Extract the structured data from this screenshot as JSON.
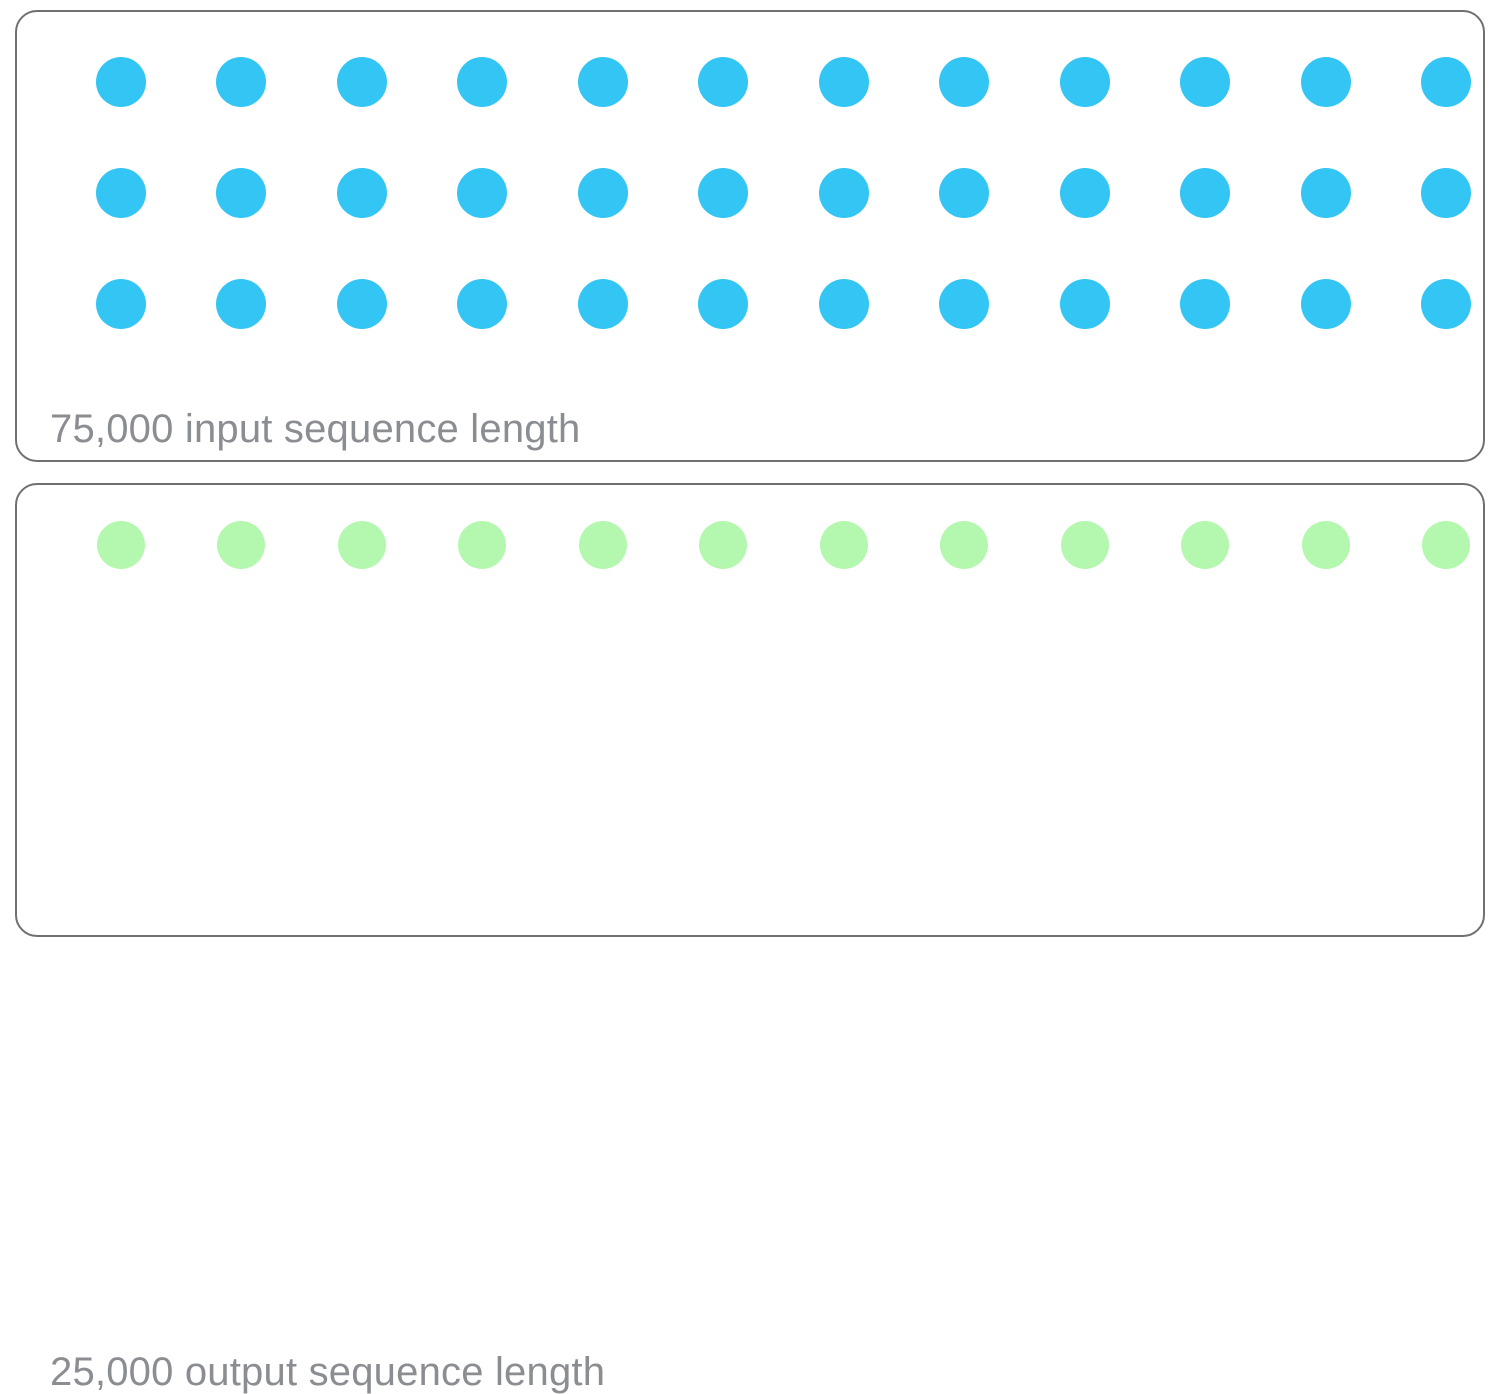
{
  "diagram": {
    "type": "token-sequence-illustration",
    "background_color": "#ffffff",
    "panels": [
      {
        "id": "input",
        "label": "75,000 input sequence length",
        "label_color": "#8a8d91",
        "border_color": "#6e7072",
        "dot_color": "#33c5f3",
        "dot_color_name": "cyan-blue",
        "dot_diameter": 50,
        "rows": 3,
        "columns": 12,
        "total_dots": 36,
        "value": 75000,
        "value_text": "75,000",
        "descriptor": "input sequence length",
        "row_y": [
          70,
          181,
          292
        ],
        "column_x": [
          104,
          224,
          345,
          465,
          586,
          706,
          827,
          947,
          1068,
          1188,
          1309,
          1429
        ]
      },
      {
        "id": "output",
        "label": "25,000 output sequence length",
        "label_color": "#8a8d91",
        "border_color": "#6e7072",
        "dot_color": "#b4f7ae",
        "dot_color_name": "light-green",
        "dot_diameter": 48,
        "rows": 1,
        "columns": 12,
        "total_dots": 12,
        "value": 25000,
        "value_text": "25,000",
        "descriptor": "output sequence length",
        "row_y": [
          60
        ],
        "column_x": [
          104,
          224,
          345,
          465,
          586,
          706,
          827,
          947,
          1068,
          1188,
          1309,
          1429
        ]
      }
    ]
  }
}
